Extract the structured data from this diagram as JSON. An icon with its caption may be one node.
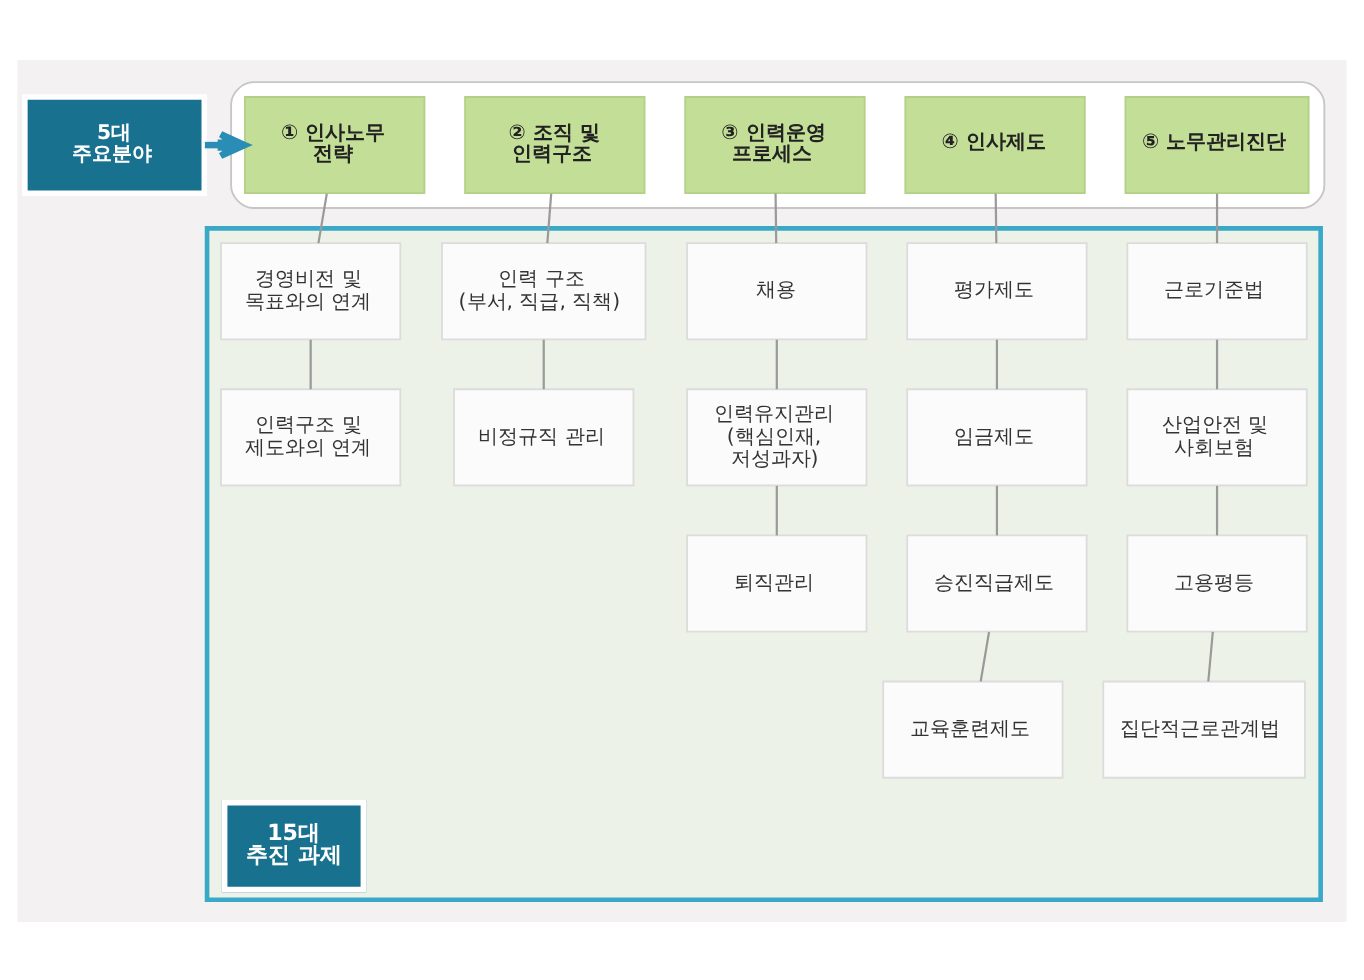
{
  "diagram": {
    "nodes": [
      {
        "text": [
          "5대 주요분야"
        ]
      },
      {
        "text": [],
        "shape": "box"
      },
      {
        "text": [
          "① 인사노무 전략"
        ],
        "in": 1
      },
      {
        "text": [
          "② 조직 및 인력구조"
        ],
        "in": 1
      },
      {
        "text": [
          "③ 인력운영 프로세스"
        ],
        "in": 1
      },
      {
        "text": [
          "④ 인사제도"
        ],
        "in": 1
      },
      {
        "text": [
          "⑤ 노무관리진단"
        ],
        "in": 1
      },
      {
        "text": [
          "15대 추진 과제"
        ]
      },
      {
        "text": [
          "경영비전 및 목표와의 연계"
        ],
        "in": 7
      },
      {
        "text": [
          "인력 구조 (부서, 직급, 직책)"
        ],
        "in": 7
      },
      {
        "text": [
          "채용"
        ],
        "in": 7
      },
      {
        "text": [
          "평가제도"
        ],
        "in": 7
      },
      {
        "text": [
          "근로기준법"
        ],
        "in": 7
      },
      {
        "text": [
          "인력구조 및 제도와의 연계"
        ],
        "in": 7
      },
      {
        "text": [
          "비정규직 관리"
        ],
        "in": 7
      },
      {
        "text": [
          "인력유지관리 (핵심인재, 저성과자)"
        ],
        "in": 7
      },
      {
        "text": [
          "임금제도"
        ],
        "in": 7
      },
      {
        "text": [
          "산업안전 및 사회보험"
        ],
        "in": 7
      },
      {
        "text": [
          "퇴직관리"
        ],
        "in": 7
      },
      {
        "text": [
          "승진직급제도"
        ],
        "in": 7
      },
      {
        "text": [
          "고용평등"
        ],
        "in": 7
      },
      {
        "text": [
          "교육훈련제도"
        ],
        "in": 7
      },
      {
        "text": [
          "집단적근로관계법"
        ],
        "in": 7
      }
    ],
    "edges": [
      {
        "from": 0,
        "to": 2,
        "arrow": "to",
        "style": "thick",
        "color": "#2a8db5"
      },
      {
        "from": 2,
        "to": 8,
        "arrow": "none"
      },
      {
        "from": 8,
        "to": 13,
        "arrow": "none"
      },
      {
        "from": 3,
        "to": 9,
        "arrow": "none"
      },
      {
        "from": 9,
        "to": 14,
        "arrow": "none"
      },
      {
        "from": 4,
        "to": 10,
        "arrow": "none"
      },
      {
        "from": 10,
        "to": 15,
        "arrow": "none"
      },
      {
        "from": 15,
        "to": 18,
        "arrow": "none"
      },
      {
        "from": 5,
        "to": 11,
        "arrow": "none"
      },
      {
        "from": 11,
        "to": 16,
        "arrow": "none"
      },
      {
        "from": 16,
        "to": 19,
        "arrow": "none"
      },
      {
        "from": 19,
        "to": 21,
        "arrow": "none"
      },
      {
        "from": 6,
        "to": 12,
        "arrow": "none"
      },
      {
        "from": 12,
        "to": 17,
        "arrow": "none"
      },
      {
        "from": 17,
        "to": 20,
        "arrow": "none"
      },
      {
        "from": 20,
        "to": 22,
        "arrow": "none"
      }
    ]
  }
}
